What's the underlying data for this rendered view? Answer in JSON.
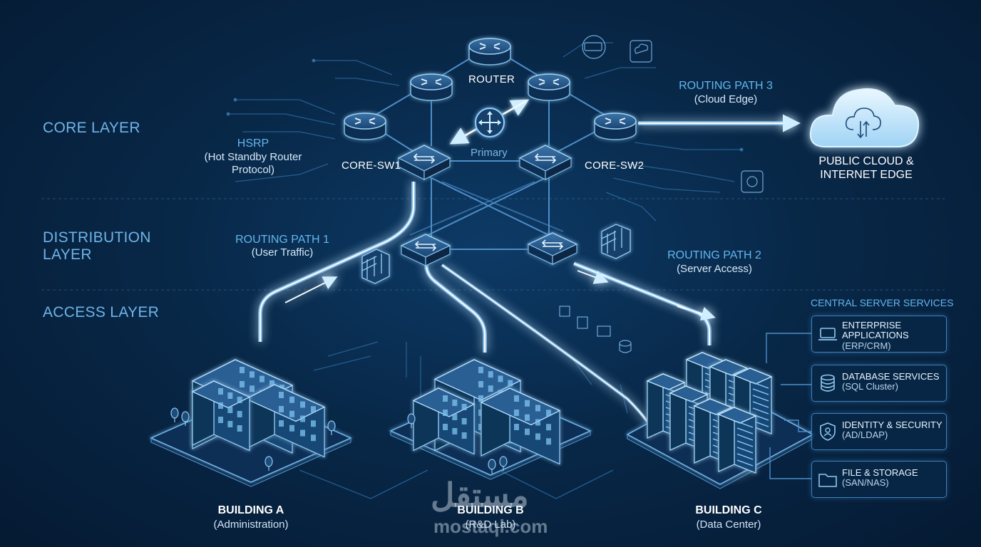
{
  "layers": {
    "core": "CORE LAYER",
    "distribution_line1": "DISTRIBUTION",
    "distribution_line2": "LAYER",
    "access": "ACCESS LAYER"
  },
  "core": {
    "router_label": "ROUTER",
    "primary_label": "Primary",
    "core_sw1": "CORE-SW1",
    "core_sw2": "CORE-SW2",
    "hsrp_title": "HSRP",
    "hsrp_line1": "(Hot Standby Router",
    "hsrp_line2": "Protocol)"
  },
  "routing_paths": [
    {
      "title": "ROUTING PATH 1",
      "subtitle": "(User Traffic)"
    },
    {
      "title": "ROUTING PATH 2",
      "subtitle": "(Server Access)"
    },
    {
      "title": "ROUTING PATH 3",
      "subtitle": "(Cloud Edge)"
    }
  ],
  "cloud": {
    "line1": "PUBLIC CLOUD &",
    "line2": "INTERNET EDGE"
  },
  "central_services": {
    "title": "CENTRAL SERVER SERVICES",
    "items": [
      {
        "name_line1": "ENTERPRISE",
        "name_line2": "APPLICATIONS",
        "detail": "(ERP/CRM)",
        "icon": "laptop-icon"
      },
      {
        "name_line1": "DATABASE SERVICES",
        "name_line2": "",
        "detail": "(SQL Cluster)",
        "icon": "database-icon"
      },
      {
        "name_line1": "IDENTITY & SECURITY",
        "name_line2": "",
        "detail": "(AD/LDAP)",
        "icon": "shield-icon"
      },
      {
        "name_line1": "FILE & STORAGE",
        "name_line2": "",
        "detail": "(SAN/NAS)",
        "icon": "folder-icon"
      }
    ]
  },
  "buildings": [
    {
      "title": "BUILDING A",
      "subtitle": "(Administration)"
    },
    {
      "title": "BUILDING B",
      "subtitle": "(R&D Lab)"
    },
    {
      "title": "BUILDING C",
      "subtitle": "(Data Center)"
    }
  ],
  "watermark": {
    "arabic": "مستقل",
    "latin": "mostaql.com"
  },
  "colors": {
    "background": "#082848",
    "accent": "#62b6ee",
    "glow": "#bfe6ff",
    "device": "#12385e"
  }
}
